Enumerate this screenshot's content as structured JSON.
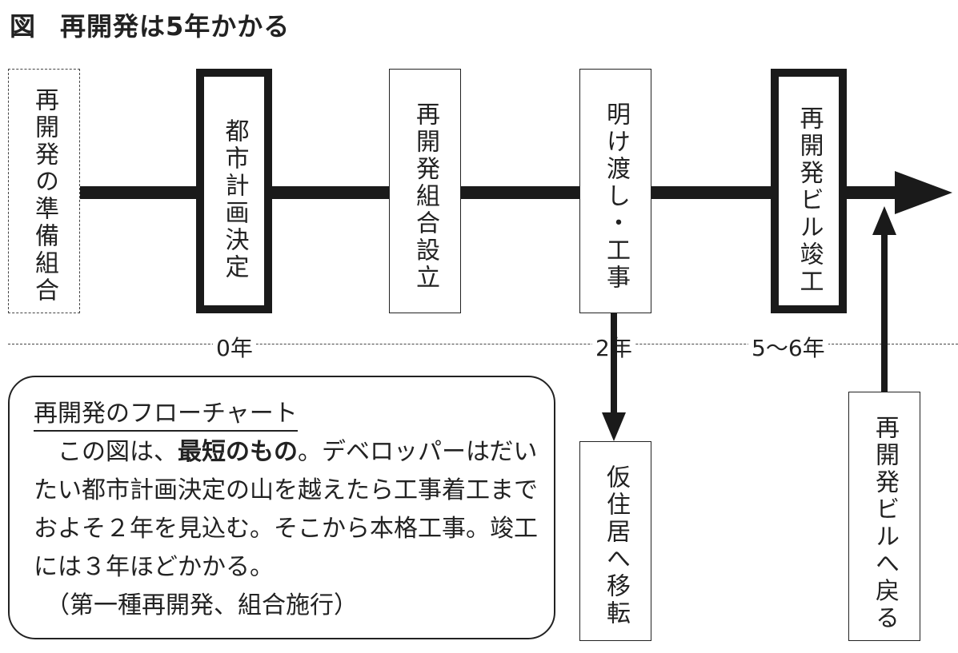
{
  "title": {
    "fig_label": "図",
    "text": "再開発は5年かかる"
  },
  "flow": {
    "steps": [
      {
        "label": "再開発の準備組合",
        "style": "dotted"
      },
      {
        "label": "都市計画決定",
        "style": "thick"
      },
      {
        "label": "再開発組合設立",
        "style": "thin"
      },
      {
        "label": "明け渡し・工事",
        "style": "thin"
      },
      {
        "label": "再開発ビル竣工",
        "style": "thick"
      }
    ],
    "side_steps": [
      {
        "label": "仮住居へ移転"
      },
      {
        "label": "再開発ビルへ戻る"
      }
    ]
  },
  "timeline": {
    "marks": [
      "0年",
      "2年",
      "5～6年"
    ]
  },
  "note": {
    "heading": "再開発のフローチャート",
    "line_start": "　この図は、",
    "bold": "最短のもの",
    "line_rest": "。デベロッパーはだいたい都市計画決定の山を越えたら工事着工までおよそ２年を見込む。そこから本格工事。竣工には３年ほどかかる。",
    "footnote": "　（第一種再開発、組合施行）"
  }
}
